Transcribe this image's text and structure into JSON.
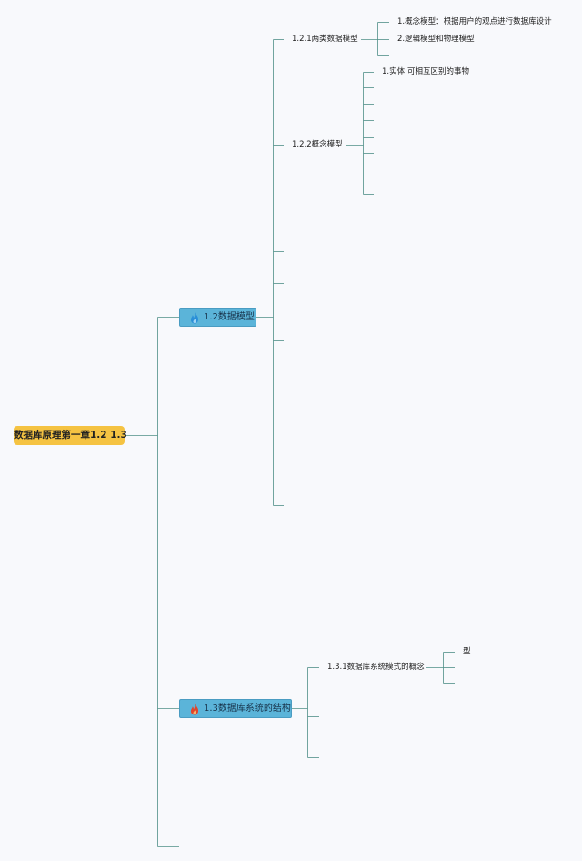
{
  "mindmap": {
    "root": "数据库原理第一章1.2 1.3",
    "topics": [
      {
        "label": "1.2数据模型",
        "icon": "fire-icon",
        "icon_color": "#2a8fd8",
        "subtopics": [
          {
            "label": "1.2.1两类数据模型",
            "children": [
              "1.概念模型：根据用户的观点进行数据库设计",
              "2.逻辑模型和物理模型"
            ]
          },
          {
            "label": "1.2.2概念模型",
            "children": [
              "1.实体:可相互区别的事物"
            ]
          }
        ]
      },
      {
        "label": "1.3数据库系统的结构",
        "icon": "fire-icon",
        "icon_color": "#e0452b",
        "subtopics": [
          {
            "label": "1.3.1数据库系统模式的概念",
            "children": [
              "型"
            ]
          }
        ]
      }
    ]
  },
  "colors": {
    "root_fill": "#f5c342",
    "topic_fill": "#5bb4d9",
    "connector": "#4f8f87",
    "background": "#f8f9fc"
  }
}
